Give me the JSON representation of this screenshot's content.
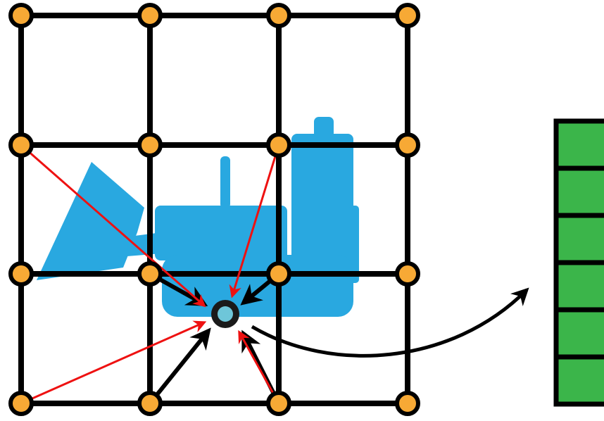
{
  "colors": {
    "background": "#ffffff",
    "grid_line": "#000000",
    "grid_node_fill": "#f7a935",
    "grid_node_stroke": "#000000",
    "robot": "#29a8e0",
    "query_point_fill": "#6ec6d9",
    "query_point_ring": "#1a1a1a",
    "neighbor_arrow": "#000000",
    "distant_arrow": "#ee1111",
    "output_arrow": "#000000",
    "feature_cell_fill": "#3bb54a",
    "feature_cell_stroke": "#000000"
  },
  "icons": {
    "robot": "bulldozer-robot-icon",
    "query_point": "sample-point-icon",
    "output_arrow": "curved-arrow-icon",
    "feature_vector": "feature-vector-icon"
  },
  "grid": {
    "rows": 4,
    "cols": 4
  },
  "feature_vector": {
    "cells": 6
  }
}
